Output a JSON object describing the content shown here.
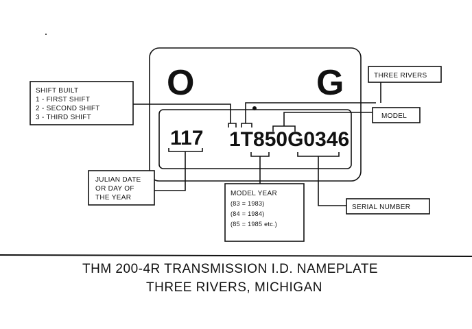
{
  "plate": {
    "top_left_letter": "O",
    "top_right_letter": "G",
    "julian_date_value": "117",
    "id_code": "1T850G0346"
  },
  "labels": {
    "shift_built": [
      "SHIFT BUILT",
      "1  -  FIRST SHIFT",
      "2  -  SECOND SHIFT",
      "3  -  THIRD SHIFT"
    ],
    "three_rivers": "THREE RIVERS",
    "model": "MODEL",
    "julian_date": [
      "JULIAN DATE",
      "OR DAY OF",
      "THE YEAR"
    ],
    "model_year": [
      "MODEL YEAR",
      "(83  =  1983)",
      "(84  =  1984)",
      "(85  =  1985 etc.)"
    ],
    "serial_number": "SERIAL NUMBER"
  },
  "caption": {
    "line1": "THM 200-4R  TRANSMISSION I.D. NAMEPLATE",
    "line2": "THREE RIVERS, MICHIGAN"
  }
}
